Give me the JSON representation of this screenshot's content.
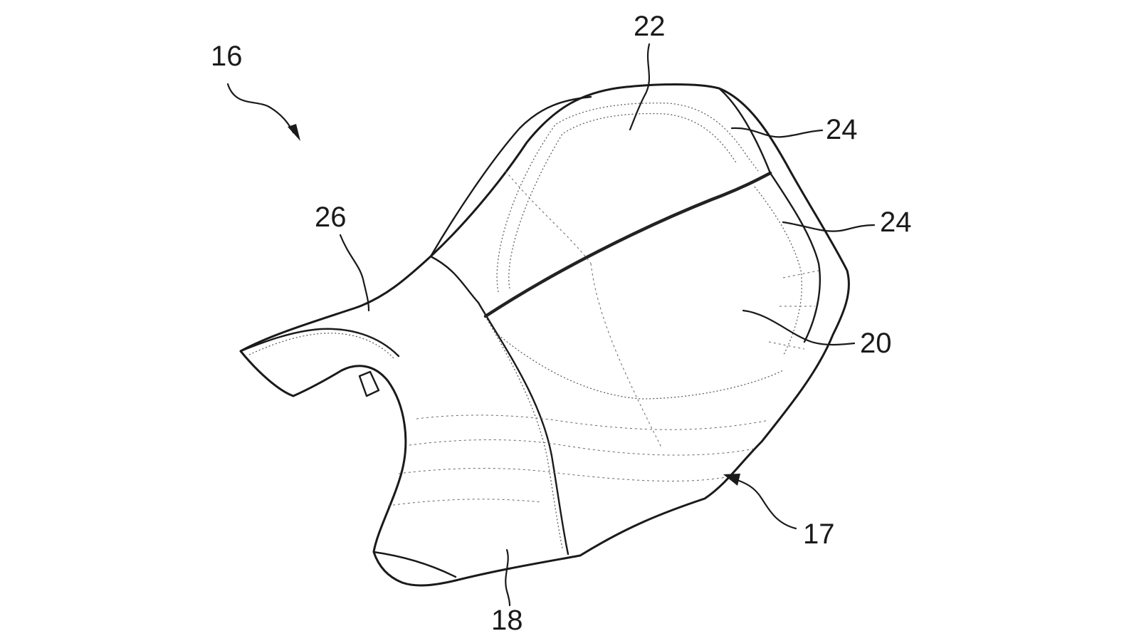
{
  "drawing": {
    "reference_numerals": {
      "assembly": "16",
      "seat_body": "17",
      "front_section": "18",
      "rear_section": "20",
      "rear_upper_section": "22",
      "side_panel_upper": "24",
      "side_panel_lower": "24",
      "tank_extension": "26"
    }
  }
}
